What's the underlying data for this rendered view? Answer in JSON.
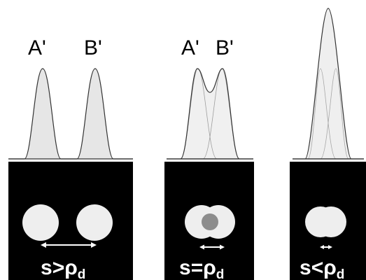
{
  "colors": {
    "peak_fill": "#e6e6e6",
    "peak_stroke": "#333333",
    "panel_background": "#000000",
    "spot_fill": "#eeeeee",
    "overlap_fill": "#8c8c8c",
    "arrow_color": "#ffffff"
  },
  "panels": [
    {
      "id": "separated",
      "peak_labels": [
        "A'",
        "B'"
      ],
      "separation_label": {
        "lhs": "s",
        "relation": ">",
        "rho": "ρ",
        "subscript": "d"
      }
    },
    {
      "id": "critical",
      "peak_labels": [
        "A'",
        "B'"
      ],
      "separation_label": {
        "lhs": "s",
        "relation": "=",
        "rho": "ρ",
        "subscript": "d"
      }
    },
    {
      "id": "unresolved",
      "peak_labels": [],
      "separation_label": {
        "lhs": "s",
        "relation": "<",
        "rho": "ρ",
        "subscript": "d"
      }
    }
  ]
}
